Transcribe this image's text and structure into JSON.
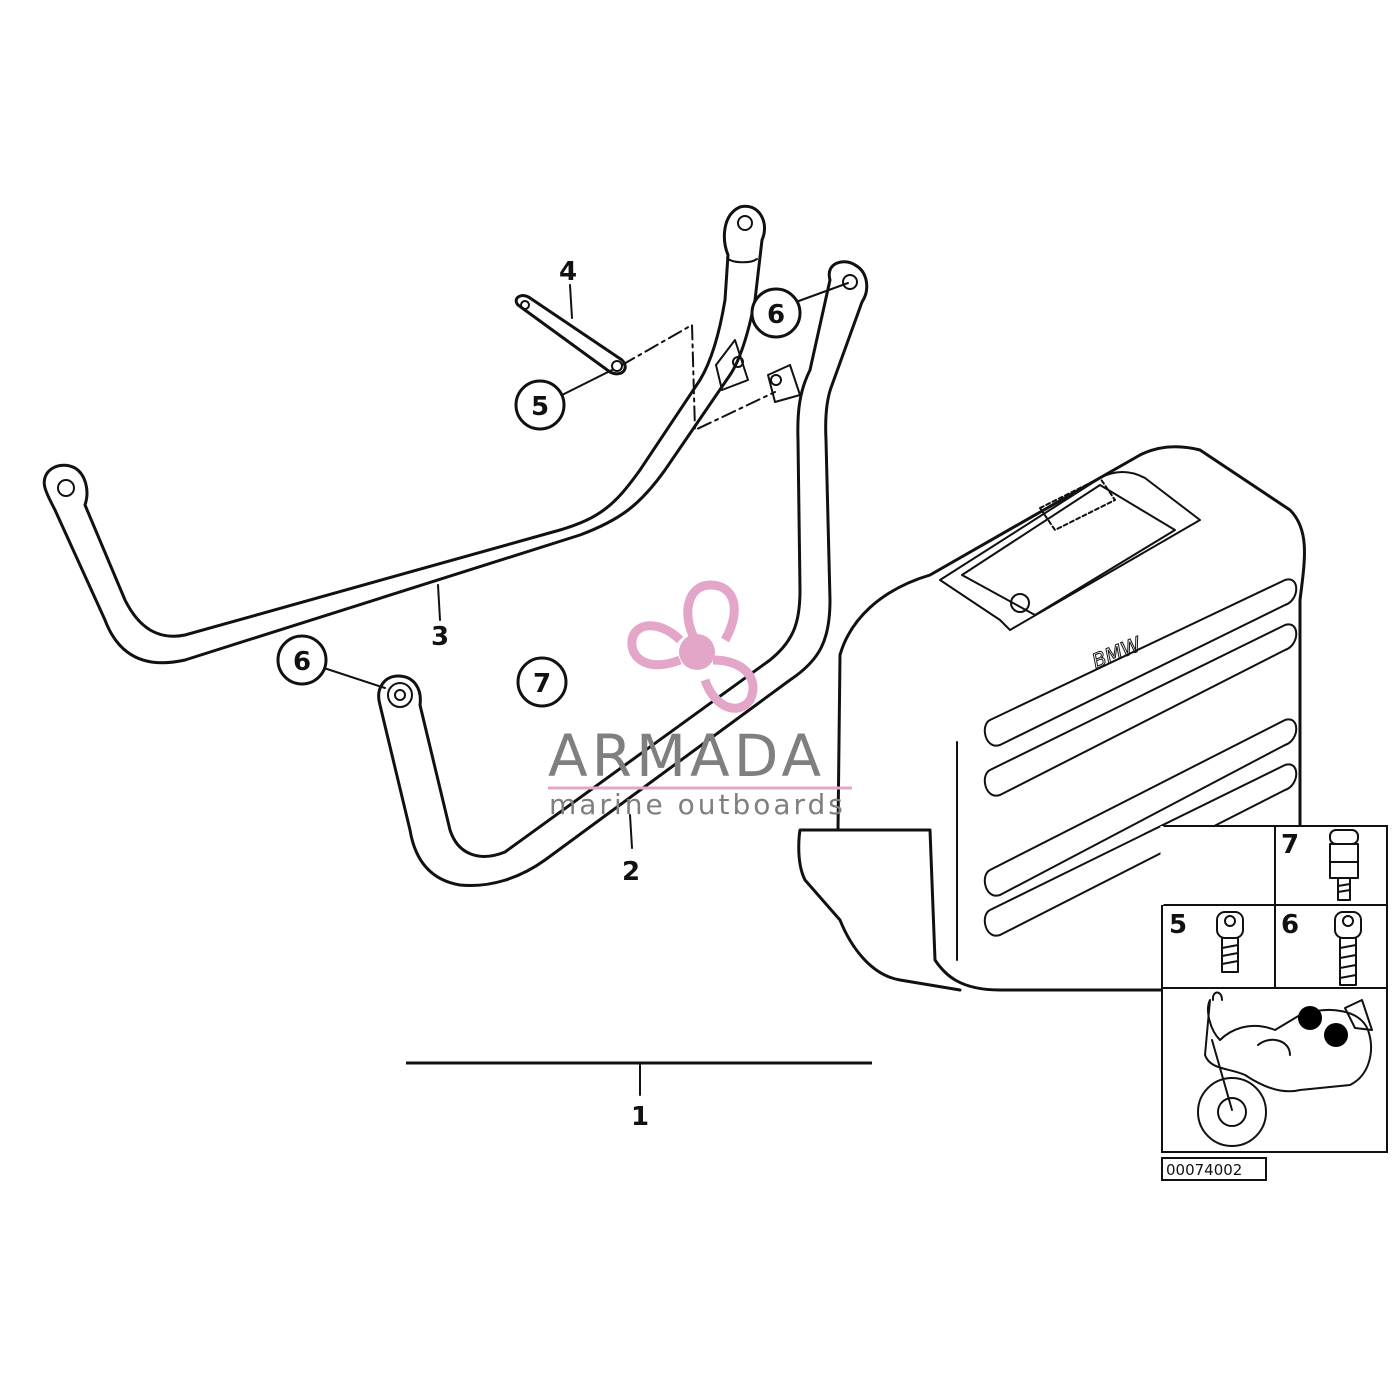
{
  "callouts": {
    "c1": "1",
    "c2": "2",
    "c3": "3",
    "c4": "4",
    "c5": "5",
    "c6a": "6",
    "c6b": "6",
    "c7": "7"
  },
  "case_brand": "BMW",
  "watermark": {
    "brand": "ARMADA",
    "tagline": "marine outboards",
    "accent_color": "#e4a6c8"
  },
  "legend": {
    "items": [
      "7",
      "5",
      "6"
    ]
  },
  "diagram_number": "00074002"
}
